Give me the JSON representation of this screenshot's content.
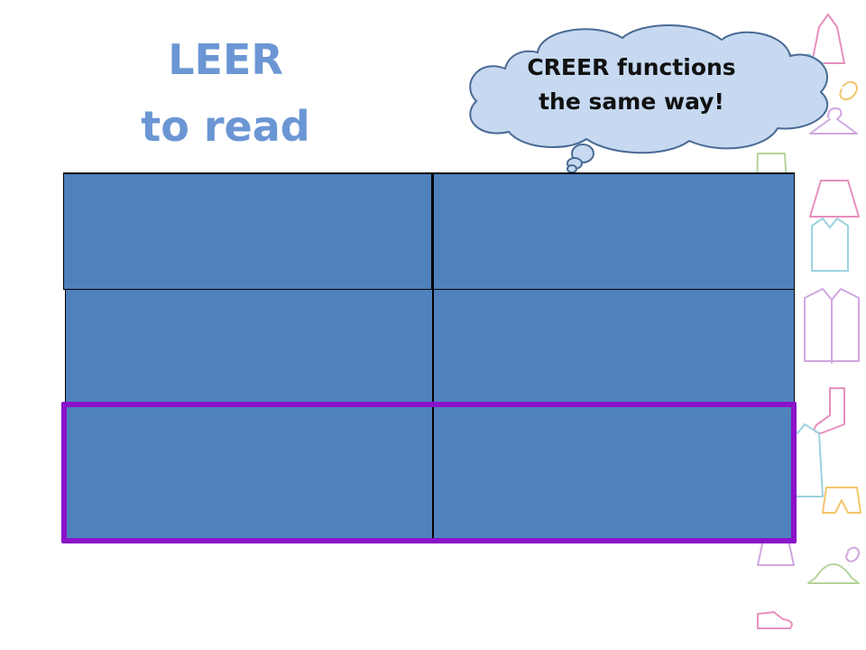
{
  "title": {
    "line1": "LEER",
    "line2": "to read"
  },
  "thought_bubble": {
    "line1": "CREER functions",
    "line2": "the same way!"
  },
  "conjugation_table": {
    "rows": [
      [
        "",
        ""
      ],
      [
        "",
        ""
      ],
      [
        "",
        ""
      ]
    ],
    "highlighted_row": 3
  },
  "colors": {
    "title": "#6b96d4",
    "cell_fill": "#4f81bd",
    "highlight_border": "#8a12c9",
    "bubble_fill": "#c6d9f1",
    "bubble_outline": "#4a6a94",
    "decoration_strokes": [
      "#e06aa8",
      "#7cc4d6",
      "#f0b23a",
      "#9bc57a",
      "#c08ad6"
    ]
  },
  "decoration": {
    "icons": [
      "dress-icon",
      "shirt-icon",
      "pants-icon",
      "skirt-icon",
      "shoe-icon",
      "jacket-icon",
      "sock-icon",
      "hanger-icon"
    ]
  }
}
